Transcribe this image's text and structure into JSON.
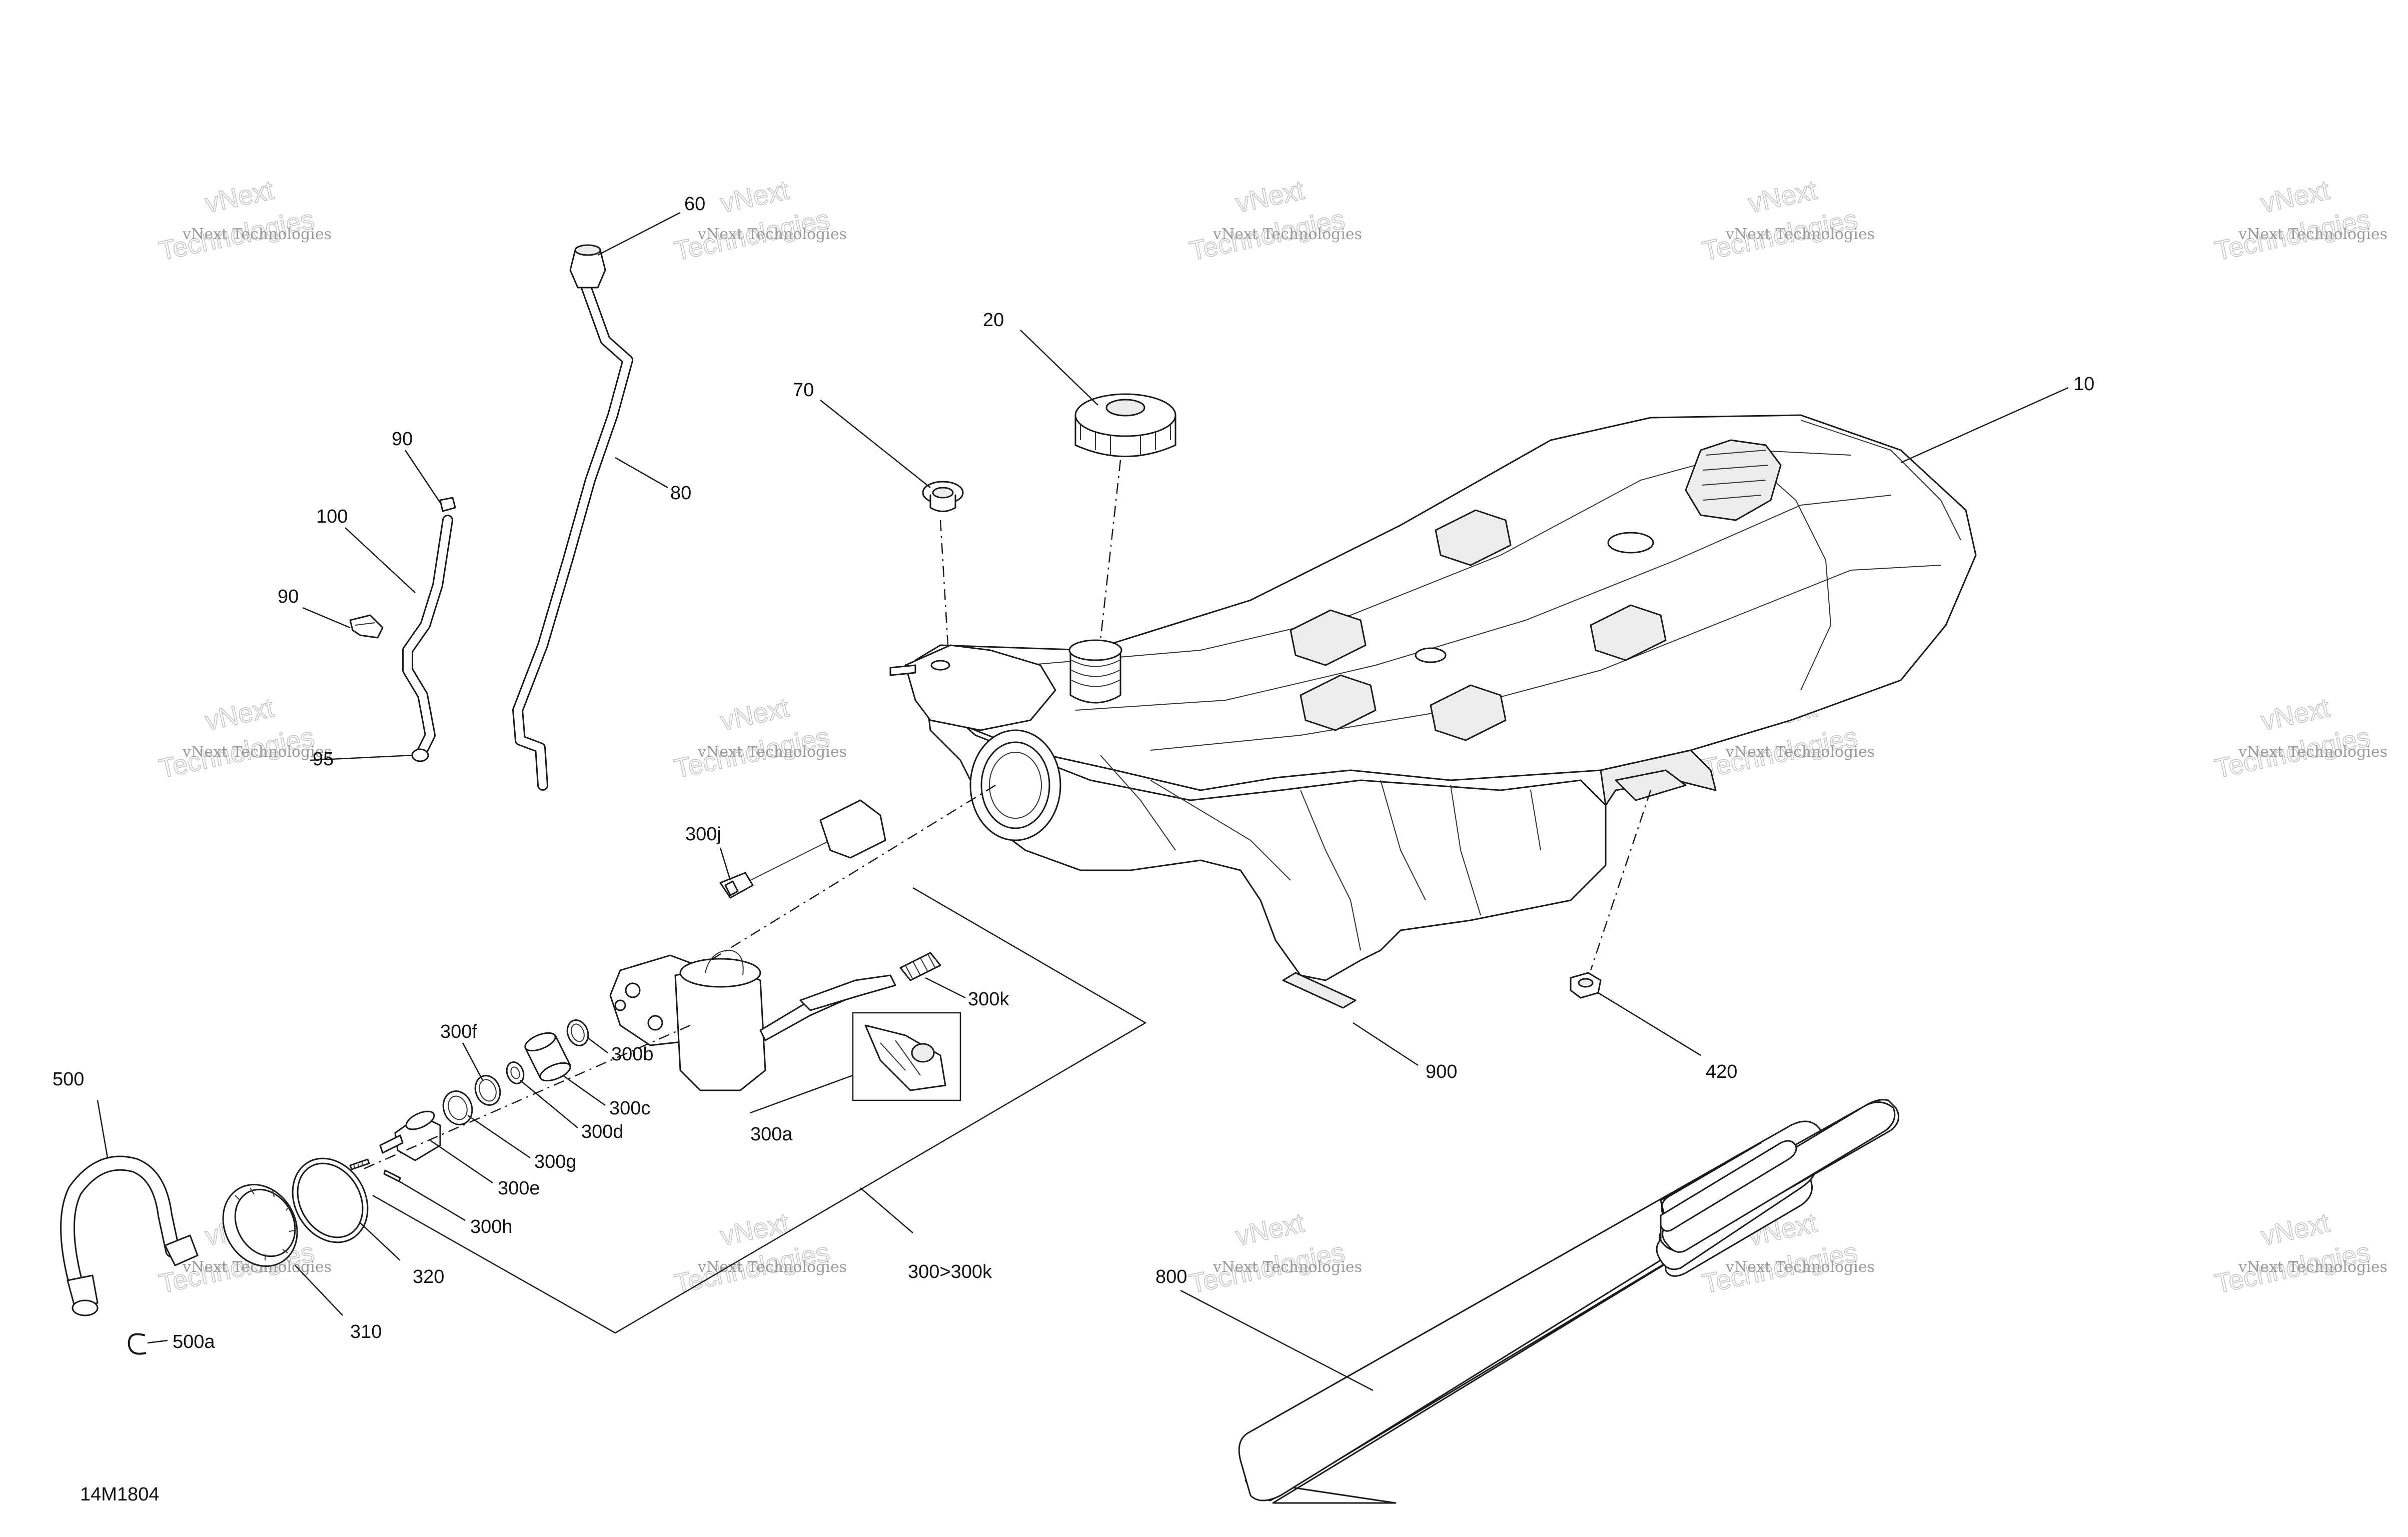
{
  "figure_id": "14M1804",
  "watermark": {
    "line1": "vNext Technologies",
    "line2": "vNext",
    "line3": "Technologies"
  },
  "callouts": {
    "p10": "10",
    "p20": "20",
    "p60": "60",
    "p70": "70",
    "p80": "80",
    "p90a": "90",
    "p90b": "90",
    "p95": "95",
    "p100": "100",
    "p300a": "300a",
    "p300b": "300b",
    "p300c": "300c",
    "p300d": "300d",
    "p300e": "300e",
    "p300f": "300f",
    "p300g": "300g",
    "p300h": "300h",
    "p300j": "300j",
    "p300k": "300k",
    "p300range": "300>300k",
    "p310": "310",
    "p320": "320",
    "p420": "420",
    "p500": "500",
    "p500a": "500a",
    "p800": "800",
    "p900": "900"
  }
}
